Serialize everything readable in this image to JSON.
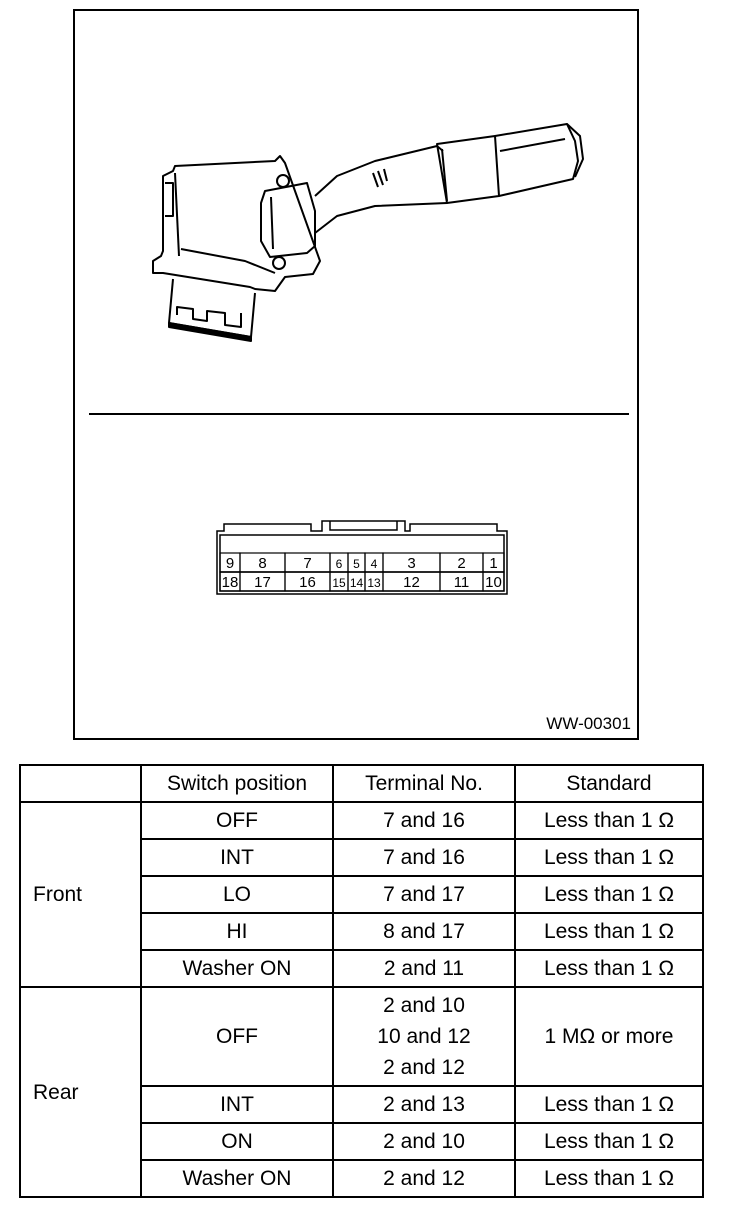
{
  "figure": {
    "code": "WW-00301",
    "connector": {
      "top_row": [
        "9",
        "8",
        "7",
        "6",
        "5",
        "4",
        "3",
        "2",
        "1"
      ],
      "bottom_row": [
        "18",
        "17",
        "16",
        "15",
        "14",
        "13",
        "12",
        "11",
        "10"
      ]
    }
  },
  "table": {
    "headers": [
      "",
      "Switch position",
      "Terminal No.",
      "Standard"
    ],
    "groups": [
      {
        "name": "Front",
        "rows": [
          {
            "position": "OFF",
            "terminals": [
              "7 and 16"
            ],
            "standard": "Less than 1 Ω"
          },
          {
            "position": "INT",
            "terminals": [
              "7 and 16"
            ],
            "standard": "Less than 1 Ω"
          },
          {
            "position": "LO",
            "terminals": [
              "7 and 17"
            ],
            "standard": "Less than 1 Ω"
          },
          {
            "position": "HI",
            "terminals": [
              "8 and 17"
            ],
            "standard": "Less than 1 Ω"
          },
          {
            "position": "Washer ON",
            "terminals": [
              "2 and 11"
            ],
            "standard": "Less than 1 Ω"
          }
        ]
      },
      {
        "name": "Rear",
        "rows": [
          {
            "position": "OFF",
            "terminals": [
              "2 and 10",
              "10 and 12",
              "2 and 12"
            ],
            "standard": "1 MΩ or more"
          },
          {
            "position": "INT",
            "terminals": [
              "2 and 13"
            ],
            "standard": "Less than 1 Ω"
          },
          {
            "position": "ON",
            "terminals": [
              "2 and 10"
            ],
            "standard": "Less than 1 Ω"
          },
          {
            "position": "Washer ON",
            "terminals": [
              "2 and 12"
            ],
            "standard": "Less than 1 Ω"
          }
        ]
      }
    ]
  }
}
